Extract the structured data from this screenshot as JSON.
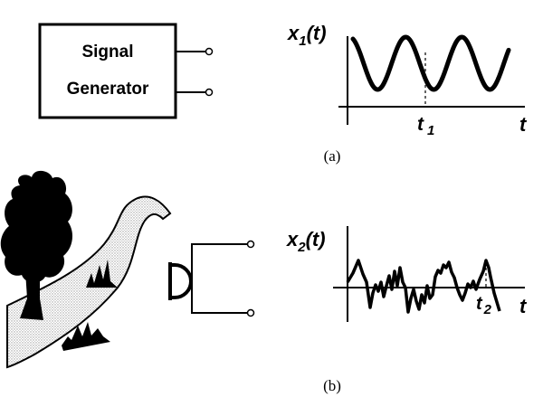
{
  "part_a": {
    "box_line1": "Signal",
    "box_line2": "Generator",
    "plot_label_var": "x",
    "plot_label_sub": "1",
    "plot_label_arg": "(t)",
    "marker_label": "t",
    "marker_sub": "1",
    "axis_label": "t",
    "caption": "(a)"
  },
  "part_b": {
    "plot_label_var": "x",
    "plot_label_sub": "2",
    "plot_label_arg": "(t)",
    "marker_label": "t",
    "marker_sub": "2",
    "axis_label": "t",
    "caption": "(b)"
  }
}
